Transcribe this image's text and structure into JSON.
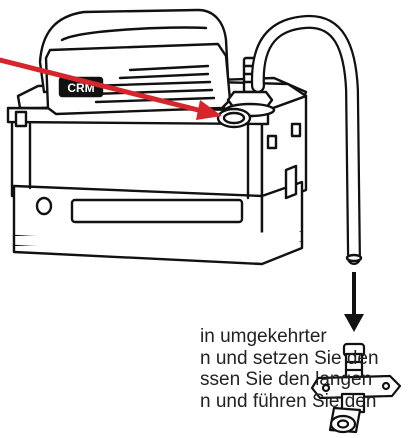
{
  "colors": {
    "line": "#111111",
    "accent_arrow": "#d6262c",
    "fill": "#ffffff",
    "text": "#222222"
  },
  "logo": {
    "text": "CRM"
  },
  "instruction": {
    "lines": [
      "in umgekehrter",
      "n und setzen Sie den",
      "ssen Sie den langen",
      "n und führen Sie den"
    ]
  },
  "icons": {
    "pointer": "red-arrow-icon",
    "direction": "down-arrow-icon",
    "fitting": "hose-connector-icon"
  }
}
